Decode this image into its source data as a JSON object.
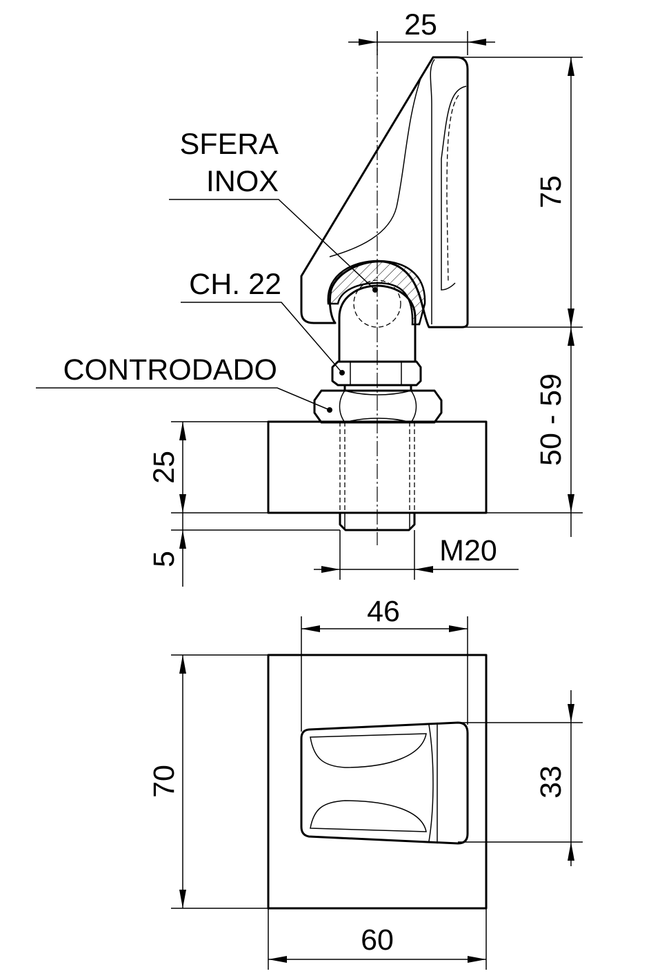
{
  "dimensions": {
    "handle_width": "25",
    "handle_height": "75",
    "total_height": "50 - 59",
    "base_thickness": "25",
    "thread_protrusion": "5",
    "thread_size": "M20",
    "handle_top_width": "46",
    "base_depth": "70",
    "handle_top_depth": "33",
    "base_width": "60"
  },
  "notes": {
    "ball_line1": "SFERA",
    "ball_line2": "INOX",
    "wrench": "CH. 22",
    "locknut": "CONTRODADO"
  }
}
